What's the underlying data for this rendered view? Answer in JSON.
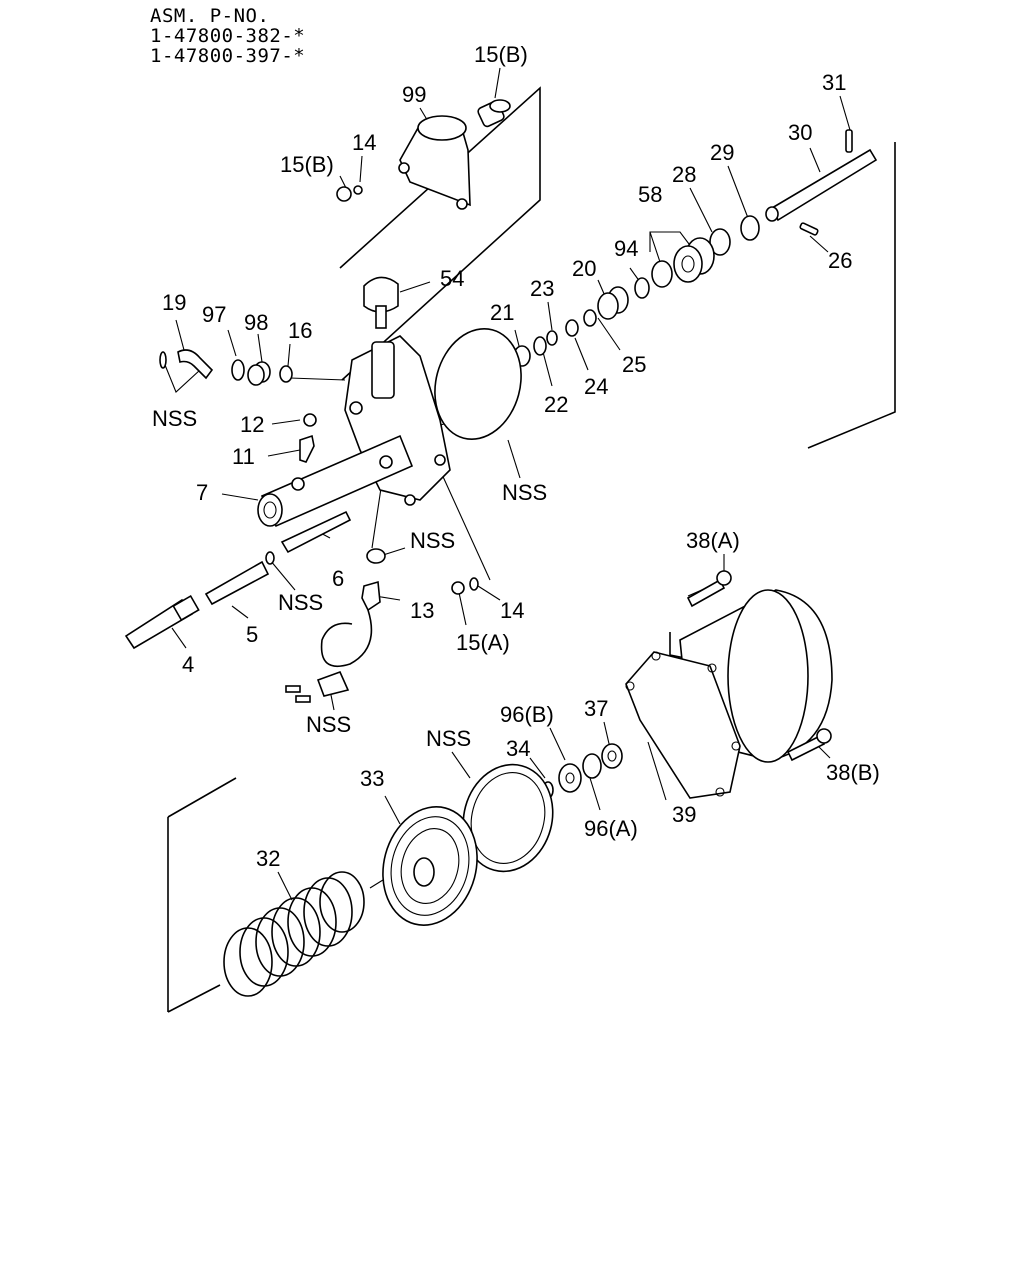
{
  "header": {
    "title": "ASM. P-NO.",
    "part_numbers": [
      "1-47800-382-*",
      "1-47800-397-*"
    ]
  },
  "callouts": {
    "c15b_top": "15(B)",
    "c99": "99",
    "c14_top": "14",
    "c15b_left": "15(B)",
    "c31": "31",
    "c30": "30",
    "c29": "29",
    "c28": "28",
    "c58": "58",
    "c26": "26",
    "c94": "94",
    "c20": "20",
    "c23": "23",
    "c21": "21",
    "c25": "25",
    "c22": "22",
    "c24": "24",
    "c54": "54",
    "c19": "19",
    "c97": "97",
    "c98": "98",
    "c16": "16",
    "nss1": "NSS",
    "c12": "12",
    "c11": "11",
    "c7": "7",
    "nss2": "NSS",
    "nss3": "NSS",
    "c6": "6",
    "nss4": "NSS",
    "c13": "13",
    "c14_bot": "14",
    "c15a": "15(A)",
    "c5": "5",
    "c4": "4",
    "nss5": "NSS",
    "c38a": "38(A)",
    "c38b": "38(B)",
    "c96b": "96(B)",
    "c37": "37",
    "nss6": "NSS",
    "c34": "34",
    "c96a": "96(A)",
    "c39": "39",
    "c33": "33",
    "c32": "32"
  }
}
